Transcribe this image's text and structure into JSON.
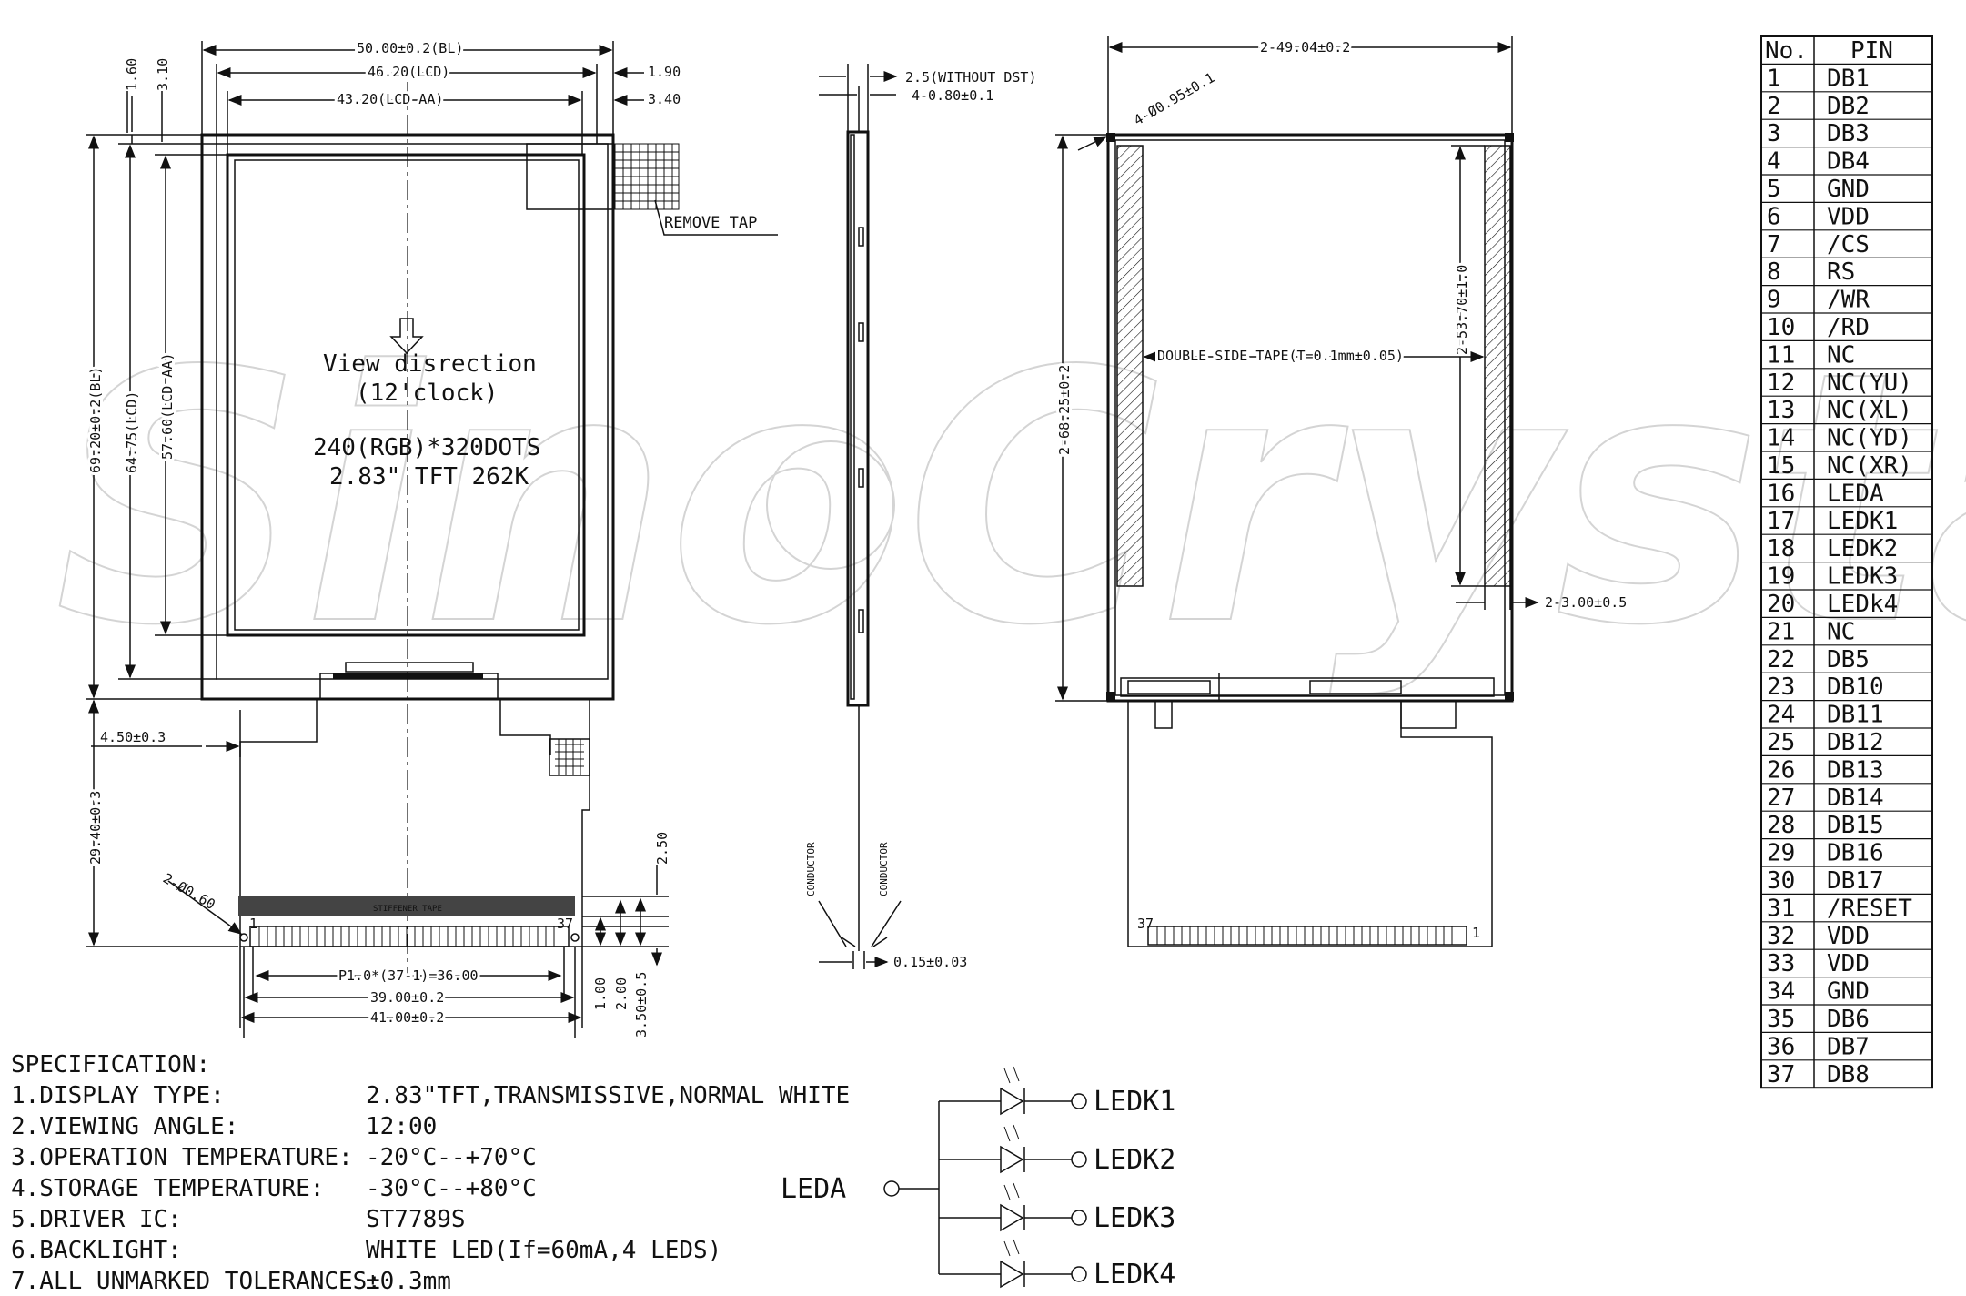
{
  "watermark": "SinoCrystal",
  "front_view": {
    "dim_bl_width": "50.00±0.2(BL)",
    "dim_lcd_width": "46.20(LCD)",
    "dim_lcd_aa_width": "43.20(LCD AA)",
    "dim_right_1": "1.90",
    "dim_right_2": "3.40",
    "dim_top_1": "1.60",
    "dim_top_2": "3.10",
    "dim_bl_height": "69.20±0.2(BL)",
    "dim_lcd_height": "64.75(LCD)",
    "dim_lcd_aa_height": "57.60(LCD AA)",
    "dim_fpc_offset": "4.50±0.3",
    "dim_fpc_length": "29.40±0.3",
    "dim_hole": "2-Ø0.60",
    "dim_pitch": "P1.0*(37-1)=36.00",
    "dim_39": "39.00±0.2",
    "dim_41": "41.00±0.2",
    "dim_250": "2.50",
    "dim_100": "1.00",
    "dim_200": "2.00",
    "dim_350": "3.50±0.5",
    "pin_first": "1",
    "pin_last": "37",
    "remove_tape": "REMOVE TAP",
    "stiffener_label": "STIFFENER TAPE",
    "view_direction_1": "View disrection",
    "view_direction_2": "(12'clock)",
    "resolution": "240(RGB)*320DOTS",
    "panel_type": "2.83\" TFT 262K"
  },
  "side_view": {
    "dim_thickness": "2.5(WITHOUT DST)",
    "dim_step": "4-0.80±0.1",
    "conductor_left": "CONDUCTOR",
    "conductor_right": "CONDUCTOR",
    "dim_fpc_thick": "0.15±0.03"
  },
  "back_view": {
    "dim_width": "2-49.04±0.2",
    "dim_holes": "4-Ø0.95±0.1",
    "dim_height": "2-68.25±0.2",
    "dim_tape_height": "2-53.70±1.0",
    "tape_label": "DOUBLE SIDE TAPE(T=0.1mm±0.05)",
    "dim_tape_width": "2-3.00±0.5",
    "pin_last": "37",
    "pin_first": "1"
  },
  "specification": {
    "title": "SPECIFICATION:",
    "items": [
      {
        "label": "1.DISPLAY TYPE:",
        "value": "2.83\"TFT,TRANSMISSIVE,NORMAL WHITE"
      },
      {
        "label": "2.VIEWING ANGLE:",
        "value": "12:00"
      },
      {
        "label": "3.OPERATION TEMPERATURE:",
        "value": "-20°C--+70°C"
      },
      {
        "label": "4.STORAGE TEMPERATURE:",
        "value": "-30°C--+80°C"
      },
      {
        "label": "5.DRIVER IC:",
        "value": "ST7789S"
      },
      {
        "label": "6.BACKLIGHT:",
        "value": "WHITE LED(If=60mA,4 LEDS)"
      },
      {
        "label": "7.ALL UNMARKED TOLERANCES:",
        "value": "±0.3mm"
      }
    ]
  },
  "led_circuit": {
    "anode": "LEDA",
    "cathodes": [
      "LEDK1",
      "LEDK2",
      "LEDK3",
      "LEDK4"
    ]
  },
  "pin_table": {
    "headers": [
      "No.",
      "PIN"
    ],
    "rows": [
      [
        "1",
        "DB1"
      ],
      [
        "2",
        "DB2"
      ],
      [
        "3",
        "DB3"
      ],
      [
        "4",
        "DB4"
      ],
      [
        "5",
        "GND"
      ],
      [
        "6",
        "VDD"
      ],
      [
        "7",
        "/CS"
      ],
      [
        "8",
        "RS"
      ],
      [
        "9",
        "/WR"
      ],
      [
        "10",
        "/RD"
      ],
      [
        "11",
        "NC"
      ],
      [
        "12",
        "NC(YU)"
      ],
      [
        "13",
        "NC(XL)"
      ],
      [
        "14",
        "NC(YD)"
      ],
      [
        "15",
        "NC(XR)"
      ],
      [
        "16",
        "LEDA"
      ],
      [
        "17",
        "LEDK1"
      ],
      [
        "18",
        "LEDK2"
      ],
      [
        "19",
        "LEDK3"
      ],
      [
        "20",
        "LEDk4"
      ],
      [
        "21",
        "NC"
      ],
      [
        "22",
        "DB5"
      ],
      [
        "23",
        "DB10"
      ],
      [
        "24",
        "DB11"
      ],
      [
        "25",
        "DB12"
      ],
      [
        "26",
        "DB13"
      ],
      [
        "27",
        "DB14"
      ],
      [
        "28",
        "DB15"
      ],
      [
        "29",
        "DB16"
      ],
      [
        "30",
        "DB17"
      ],
      [
        "31",
        "/RESET"
      ],
      [
        "32",
        "VDD"
      ],
      [
        "33",
        "VDD"
      ],
      [
        "34",
        "GND"
      ],
      [
        "35",
        "DB6"
      ],
      [
        "36",
        "DB7"
      ],
      [
        "37",
        "DB8"
      ]
    ]
  }
}
